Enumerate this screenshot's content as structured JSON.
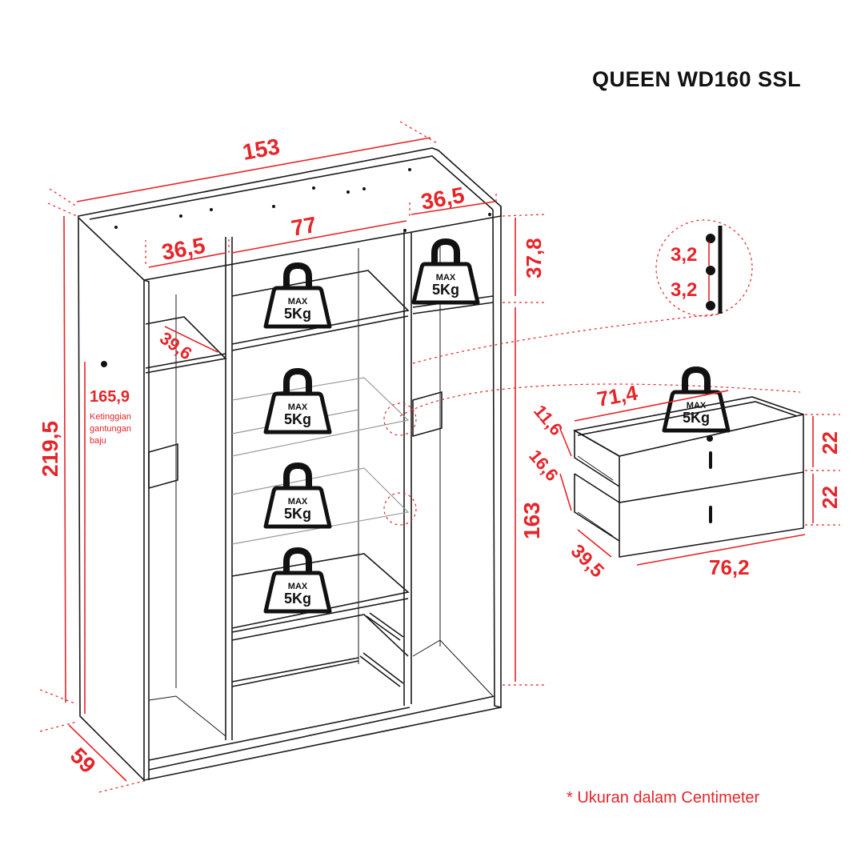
{
  "title": "QUEEN WD160 SSL",
  "note": "* Ukuran dalam Centimeter",
  "colors": {
    "dimension": "#e5252a",
    "line": "#1a1a1a",
    "background": "#ffffff"
  },
  "icons": {
    "weight": "weight-icon",
    "pin_detail": "shelf-pin-detail-icon"
  },
  "wardrobe": {
    "width": "153",
    "center_top": "77",
    "right_top": "36,5",
    "left_top": "36,5",
    "height_total": "219,5",
    "depth": "59",
    "top_compartment": "37,8",
    "right_height": "163",
    "shelf_depth": "39,6",
    "hanging_height": "165,9",
    "hanging_label_1": "Ketinggian",
    "hanging_label_2": "gantungan",
    "hanging_label_3": "baju"
  },
  "weight_label": {
    "max": "MAX",
    "load": "5Kg"
  },
  "pin_detail": {
    "spacing_1": "3,2",
    "spacing_2": "3,2"
  },
  "drawer": {
    "inner_width": "71,4",
    "width": "76,2",
    "depth": "39,5",
    "side_height_1": "11,6",
    "side_height_2": "16,6",
    "front_height_1": "22",
    "front_height_2": "22"
  }
}
